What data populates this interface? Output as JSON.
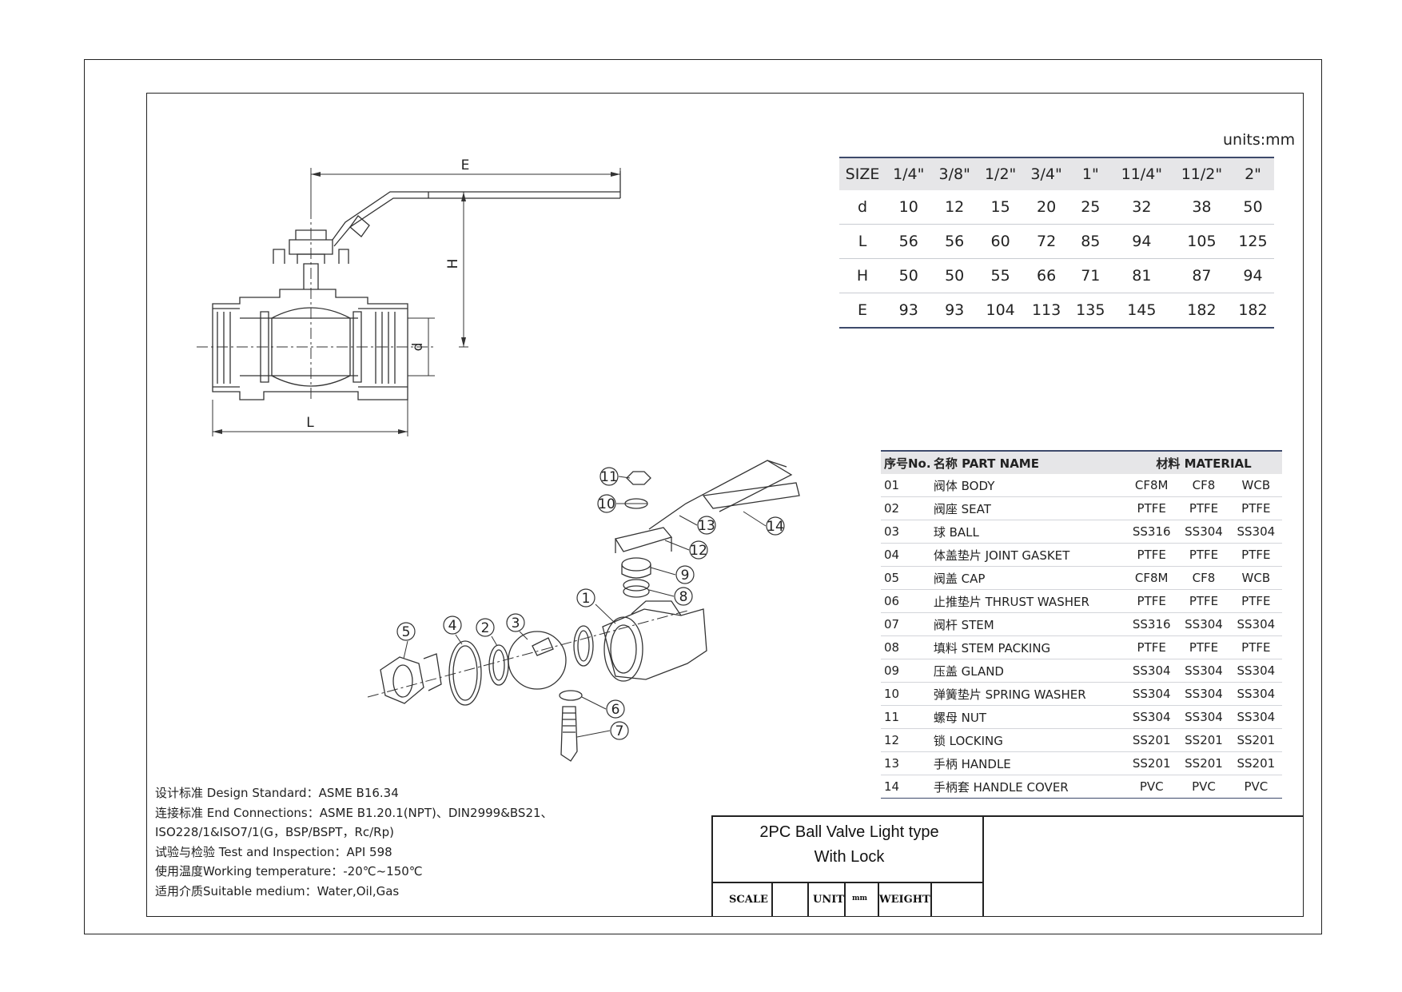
{
  "units_label": "units:mm",
  "dimension_labels": {
    "E": "E",
    "H": "H",
    "d": "d",
    "L": "L"
  },
  "size_table": {
    "header": [
      "SIZE",
      "1/4\"",
      "3/8\"",
      "1/2\"",
      "3/4\"",
      "1\"",
      "11/4\"",
      "11/2\"",
      "2\""
    ],
    "rows": [
      [
        "d",
        "10",
        "12",
        "15",
        "20",
        "25",
        "32",
        "38",
        "50"
      ],
      [
        "L",
        "56",
        "56",
        "60",
        "72",
        "85",
        "94",
        "105",
        "125"
      ],
      [
        "H",
        "50",
        "50",
        "55",
        "66",
        "71",
        "81",
        "87",
        "94"
      ],
      [
        "E",
        "93",
        "93",
        "104",
        "113",
        "135",
        "145",
        "182",
        "182"
      ]
    ]
  },
  "parts_table": {
    "header": {
      "no": "序号No.",
      "name": "名称 PART NAME",
      "material": "材料 MATERIAL"
    },
    "rows": [
      {
        "no": "01",
        "name": "阀体 BODY",
        "m": [
          "CF8M",
          "CF8",
          "WCB"
        ]
      },
      {
        "no": "02",
        "name": "阀座 SEAT",
        "m": [
          "PTFE",
          "PTFE",
          "PTFE"
        ]
      },
      {
        "no": "03",
        "name": "球 BALL",
        "m": [
          "SS316",
          "SS304",
          "SS304"
        ]
      },
      {
        "no": "04",
        "name": "体盖垫片 JOINT GASKET",
        "m": [
          "PTFE",
          "PTFE",
          "PTFE"
        ]
      },
      {
        "no": "05",
        "name": "阀盖 CAP",
        "m": [
          "CF8M",
          "CF8",
          "WCB"
        ]
      },
      {
        "no": "06",
        "name": "止推垫片 THRUST WASHER",
        "m": [
          "PTFE",
          "PTFE",
          "PTFE"
        ]
      },
      {
        "no": "07",
        "name": "阀杆 STEM",
        "m": [
          "SS316",
          "SS304",
          "SS304"
        ]
      },
      {
        "no": "08",
        "name": "填料 STEM PACKING",
        "m": [
          "PTFE",
          "PTFE",
          "PTFE"
        ]
      },
      {
        "no": "09",
        "name": "压盖 GLAND",
        "m": [
          "SS304",
          "SS304",
          "SS304"
        ]
      },
      {
        "no": "10",
        "name": "弹簧垫片 SPRING WASHER",
        "m": [
          "SS304",
          "SS304",
          "SS304"
        ]
      },
      {
        "no": "11",
        "name": "螺母 NUT",
        "m": [
          "SS304",
          "SS304",
          "SS304"
        ]
      },
      {
        "no": "12",
        "name": "锁  LOCKING",
        "m": [
          "SS201",
          "SS201",
          "SS201"
        ]
      },
      {
        "no": "13",
        "name": "手柄 HANDLE",
        "m": [
          "SS201",
          "SS201",
          "SS201"
        ]
      },
      {
        "no": "14",
        "name": "手柄套 HANDLE COVER",
        "m": [
          "PVC",
          "PVC",
          "PVC"
        ]
      }
    ]
  },
  "notes": [
    "设计标准 Design Standard：ASME B16.34",
    "连接标准 End Connections：ASME B1.20.1(NPT)、DIN2999&BS21、",
    "ISO228/1&ISO7/1(G，BSP/BSPT，Rc/Rp)",
    "试验与检验 Test and Inspection：API 598",
    "使用温度Working temperature：-20℃~150℃",
    "适用介质Suitable medium：Water,Oil,Gas"
  ],
  "title_block": {
    "title_line1": "2PC Ball Valve Light type",
    "title_line2": "With Lock",
    "scale_label": "SCALE",
    "unit_label": "UNIT",
    "unit_value": "mm",
    "weight_label": "WEIGHT"
  },
  "balloons": [
    "1",
    "2",
    "3",
    "4",
    "5",
    "6",
    "7",
    "8",
    "9",
    "10",
    "11",
    "12",
    "13",
    "14"
  ]
}
